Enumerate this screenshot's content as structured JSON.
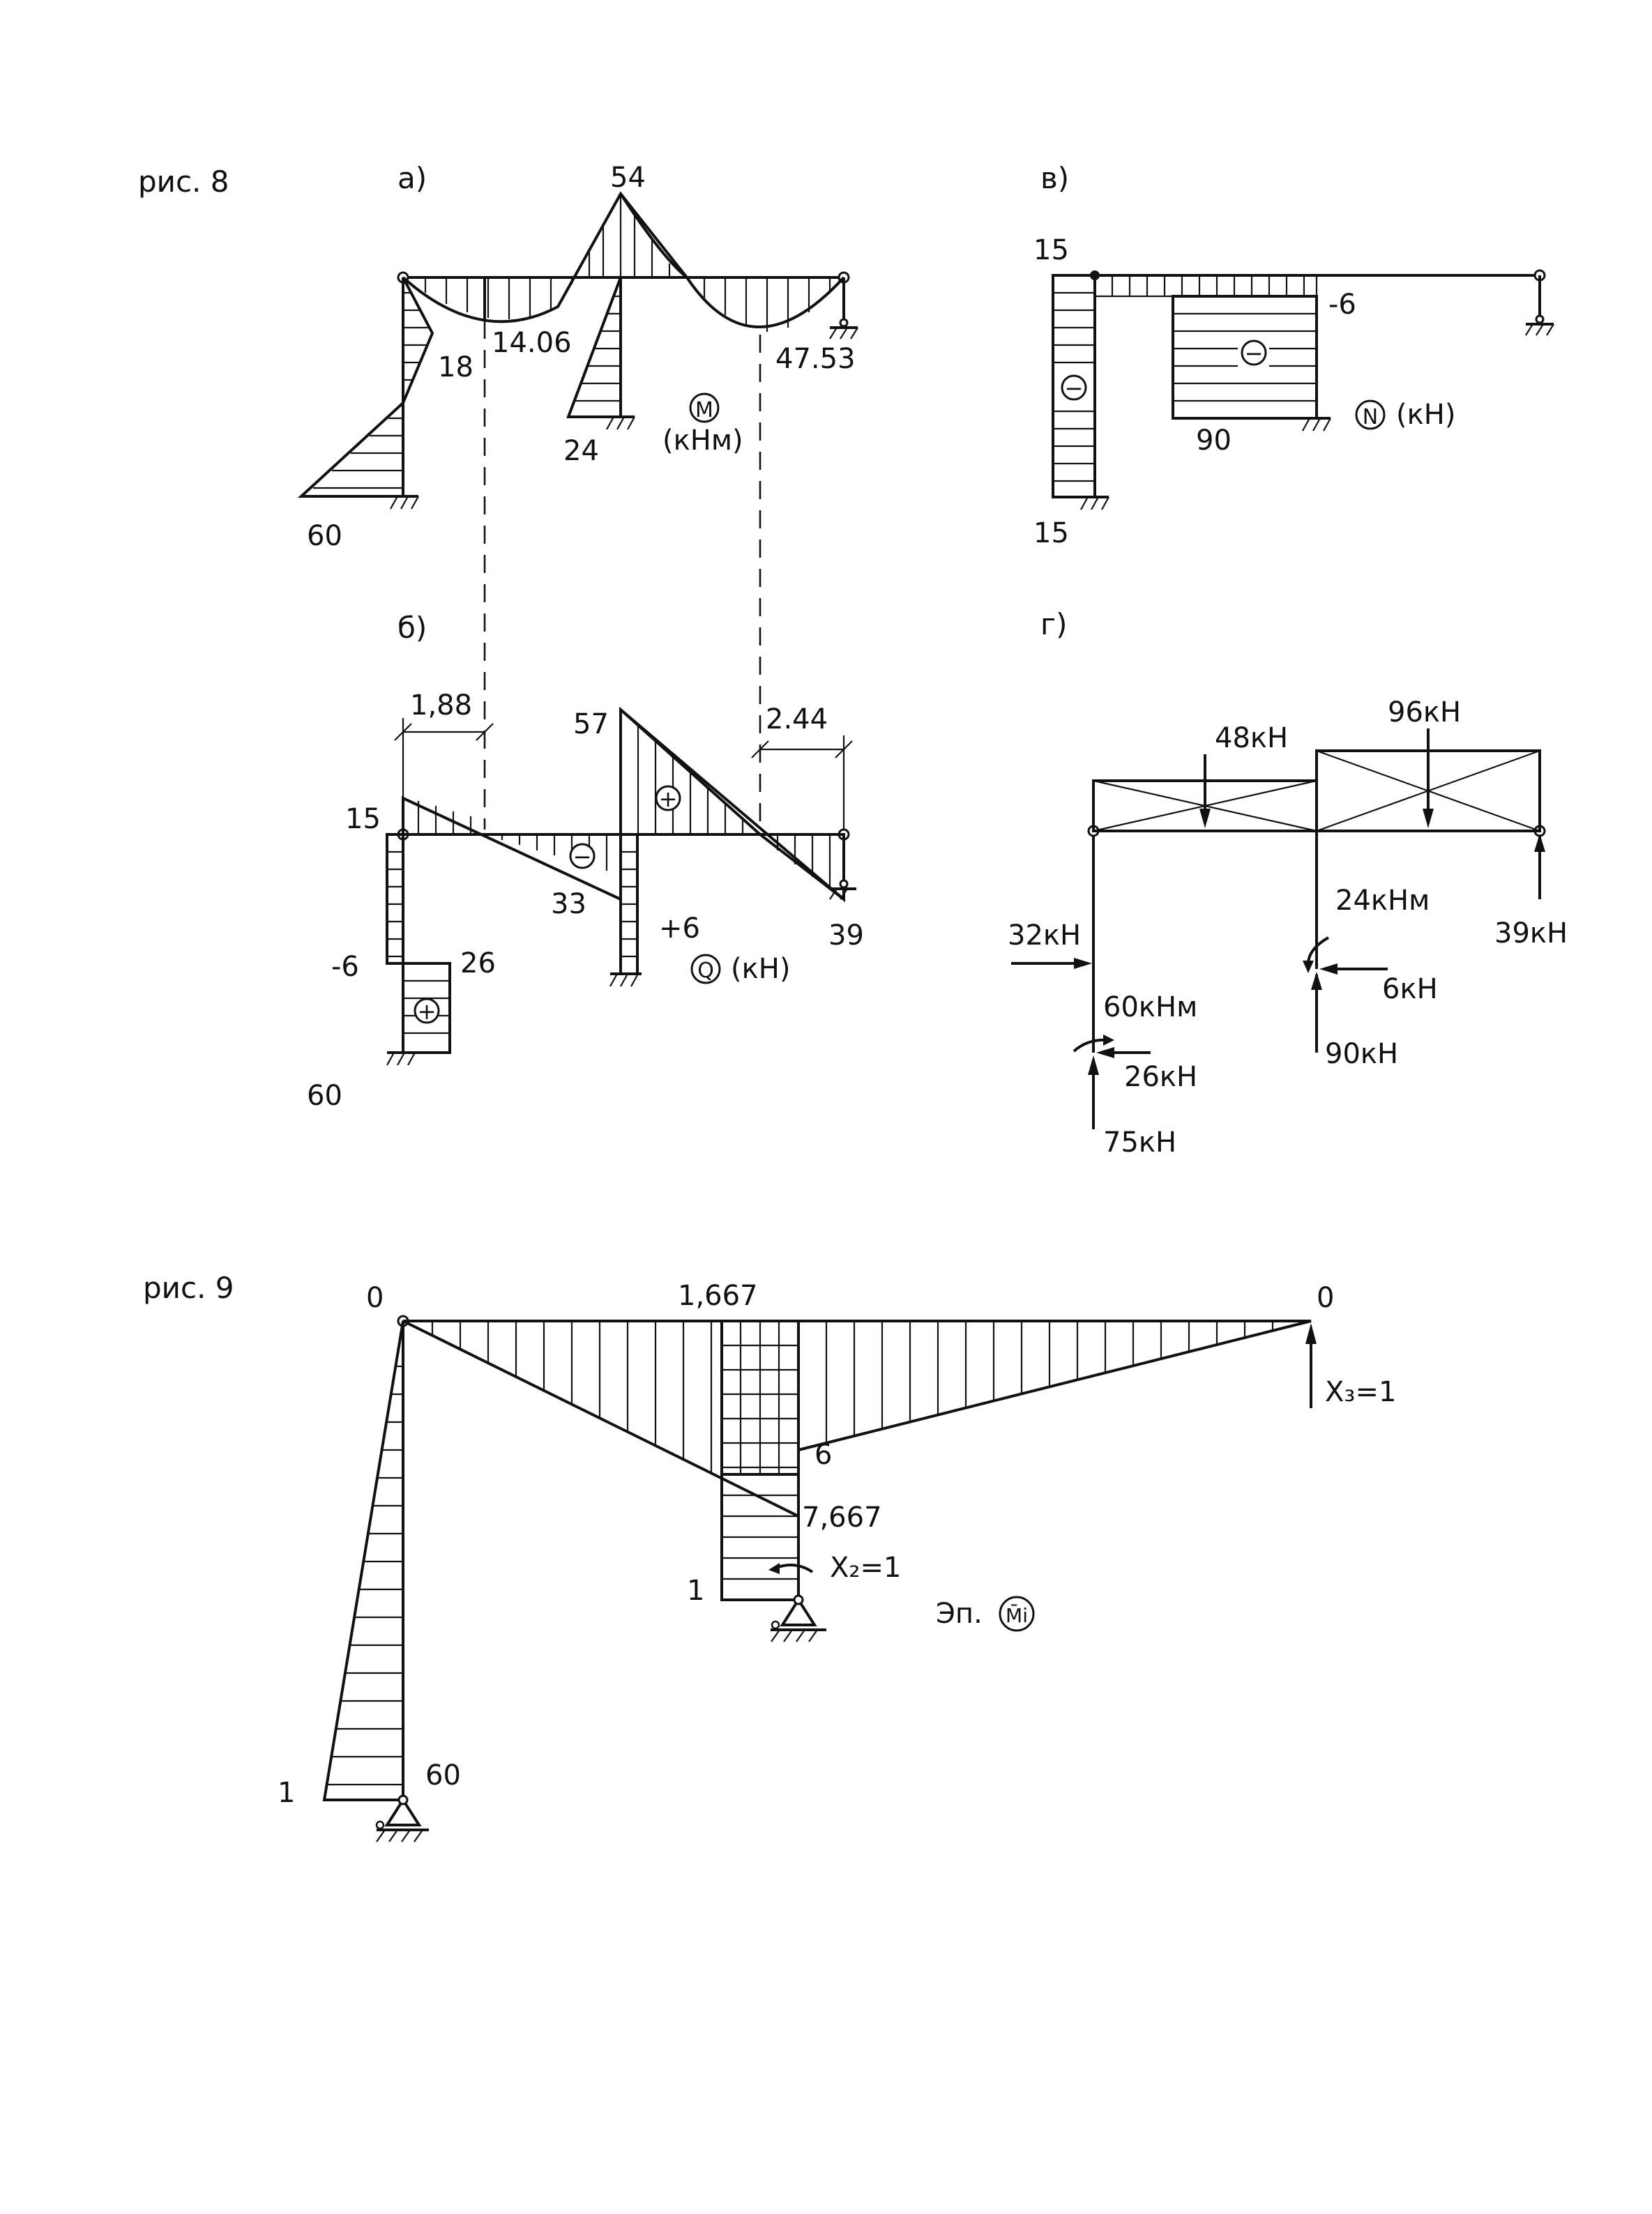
{
  "fig8": {
    "label": "рис. 8",
    "a": {
      "label": "а)",
      "values": {
        "top": "54",
        "v18": "18",
        "v14_06": "14.06",
        "v47_53": "47.53",
        "v24": "24",
        "v60": "60"
      },
      "unit_symbol": "M",
      "unit": "(кНм)"
    },
    "b": {
      "label": "б)",
      "dims": {
        "d1": "1,88",
        "d2": "2.44"
      },
      "values": {
        "v57": "57",
        "v15": "15",
        "v33": "33",
        "plus6": "+6",
        "v39": "39",
        "minus6": "-6",
        "v26": "26",
        "v60": "60"
      },
      "signs": {
        "minus": "−",
        "plus": "+",
        "plus2": "+"
      },
      "unit_symbol": "Q",
      "unit": "(кН)"
    },
    "v": {
      "label": "в)",
      "values": {
        "top15": "15",
        "bot15": "15",
        "minus6": "-6",
        "v90": "90"
      },
      "signs": {
        "col": "−",
        "block": "−"
      },
      "unit_symbol": "N",
      "unit": "(кН)"
    },
    "g": {
      "label": "г)",
      "loads": {
        "l48": "48кН",
        "l96": "96кН",
        "l24m": "24кНм",
        "l39": "39кН",
        "l32": "32кН",
        "l6": "6кН",
        "l60m": "60кНм",
        "l26": "26кН",
        "l90": "90кН",
        "l75": "75кН"
      }
    }
  },
  "fig9": {
    "label": "рис. 9",
    "values": {
      "z0": "0",
      "v1_667": "1,667",
      "z0r": "0",
      "x3": "X₃=1",
      "v6": "6",
      "v7_667": "7,667",
      "v1mid": "1",
      "x2": "X₂=1",
      "v1left": "1",
      "v60": "60"
    },
    "caption_prefix": "Эп.",
    "caption_symbol": "M̄i"
  }
}
